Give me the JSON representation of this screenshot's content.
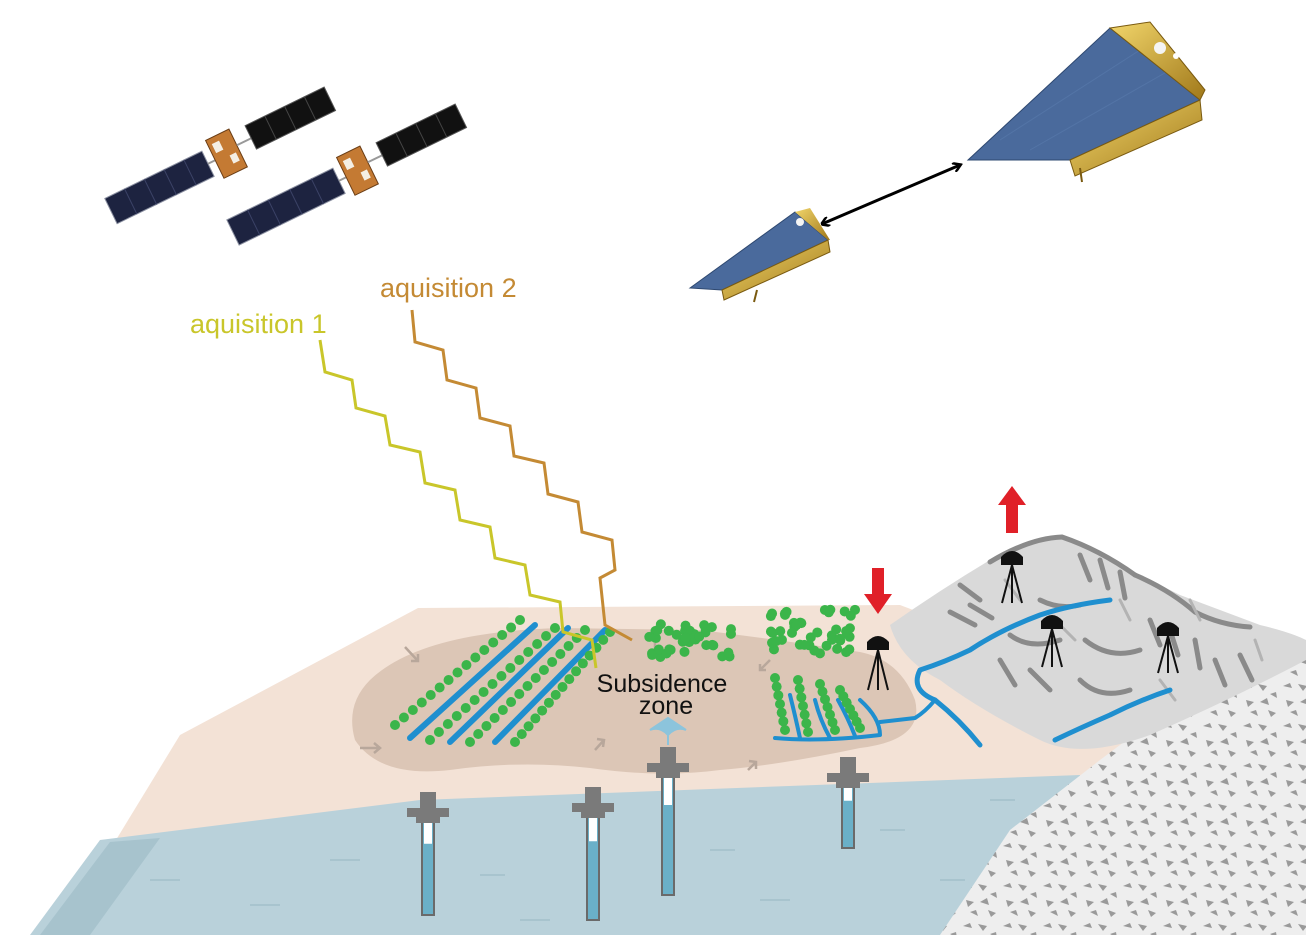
{
  "labels": {
    "acquisition_1": "aquisition 1",
    "acquisition_2": "aquisition 2",
    "subsidence_line1": "Subsidence",
    "subsidence_line2": "zone"
  },
  "colors": {
    "acquisition_1": "#c9c62a",
    "acquisition_2": "#c48a34",
    "subsidence_arrow": "#e02028",
    "uplift_arrow": "#e02028",
    "water": "#1f8fcf",
    "crop": "#3bb54a",
    "basin_surface": "#f3e2d6",
    "basin_depression": "#dcc6b6",
    "aquifer": "#b9d1da",
    "mountain": "#d9d9d9",
    "bedrock": "#e6e6e6"
  },
  "icons": [
    "sar-satellite-icon",
    "grace-satellite-icon",
    "gps-station-icon",
    "groundwater-well-icon",
    "double-headed-arrow-icon"
  ]
}
